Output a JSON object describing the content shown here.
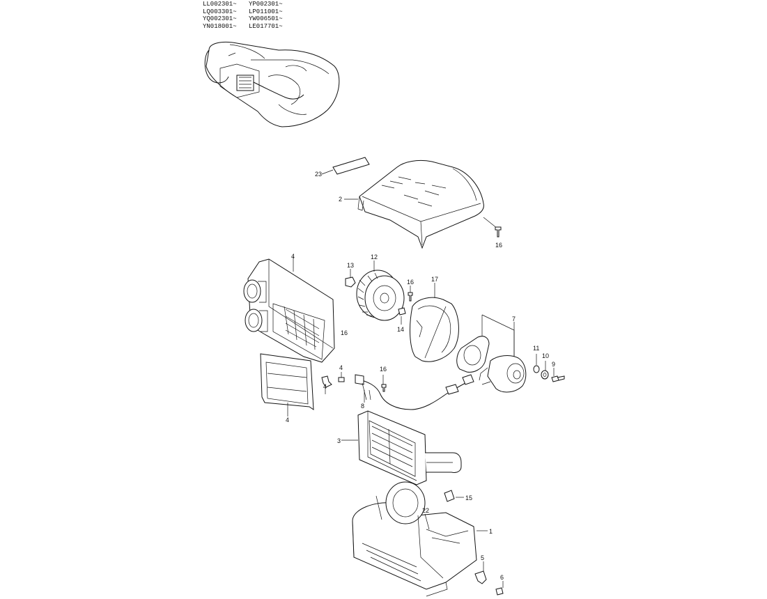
{
  "serial_codes": [
    [
      "LL002301~",
      "YP002301~"
    ],
    [
      "LQ003301~",
      "LP011001~"
    ],
    [
      "YQ002301~",
      "YW006501~"
    ],
    [
      "YN018001~",
      "LE017701~"
    ]
  ],
  "callouts": {
    "c23": "23",
    "c2": "2",
    "c16a": "16",
    "c4a": "4",
    "c13": "13",
    "c12": "12",
    "c16b": "16",
    "c17": "17",
    "c16c": "16",
    "c14": "14",
    "c7": "7",
    "c11": "11",
    "c10": "10",
    "c9": "9",
    "c4b": "4",
    "c4c": "4",
    "c16d": "16",
    "c4d": "4",
    "c8": "8",
    "c3": "3",
    "c15": "15",
    "c22": "22",
    "c1": "1",
    "c5": "5",
    "c6": "6"
  }
}
